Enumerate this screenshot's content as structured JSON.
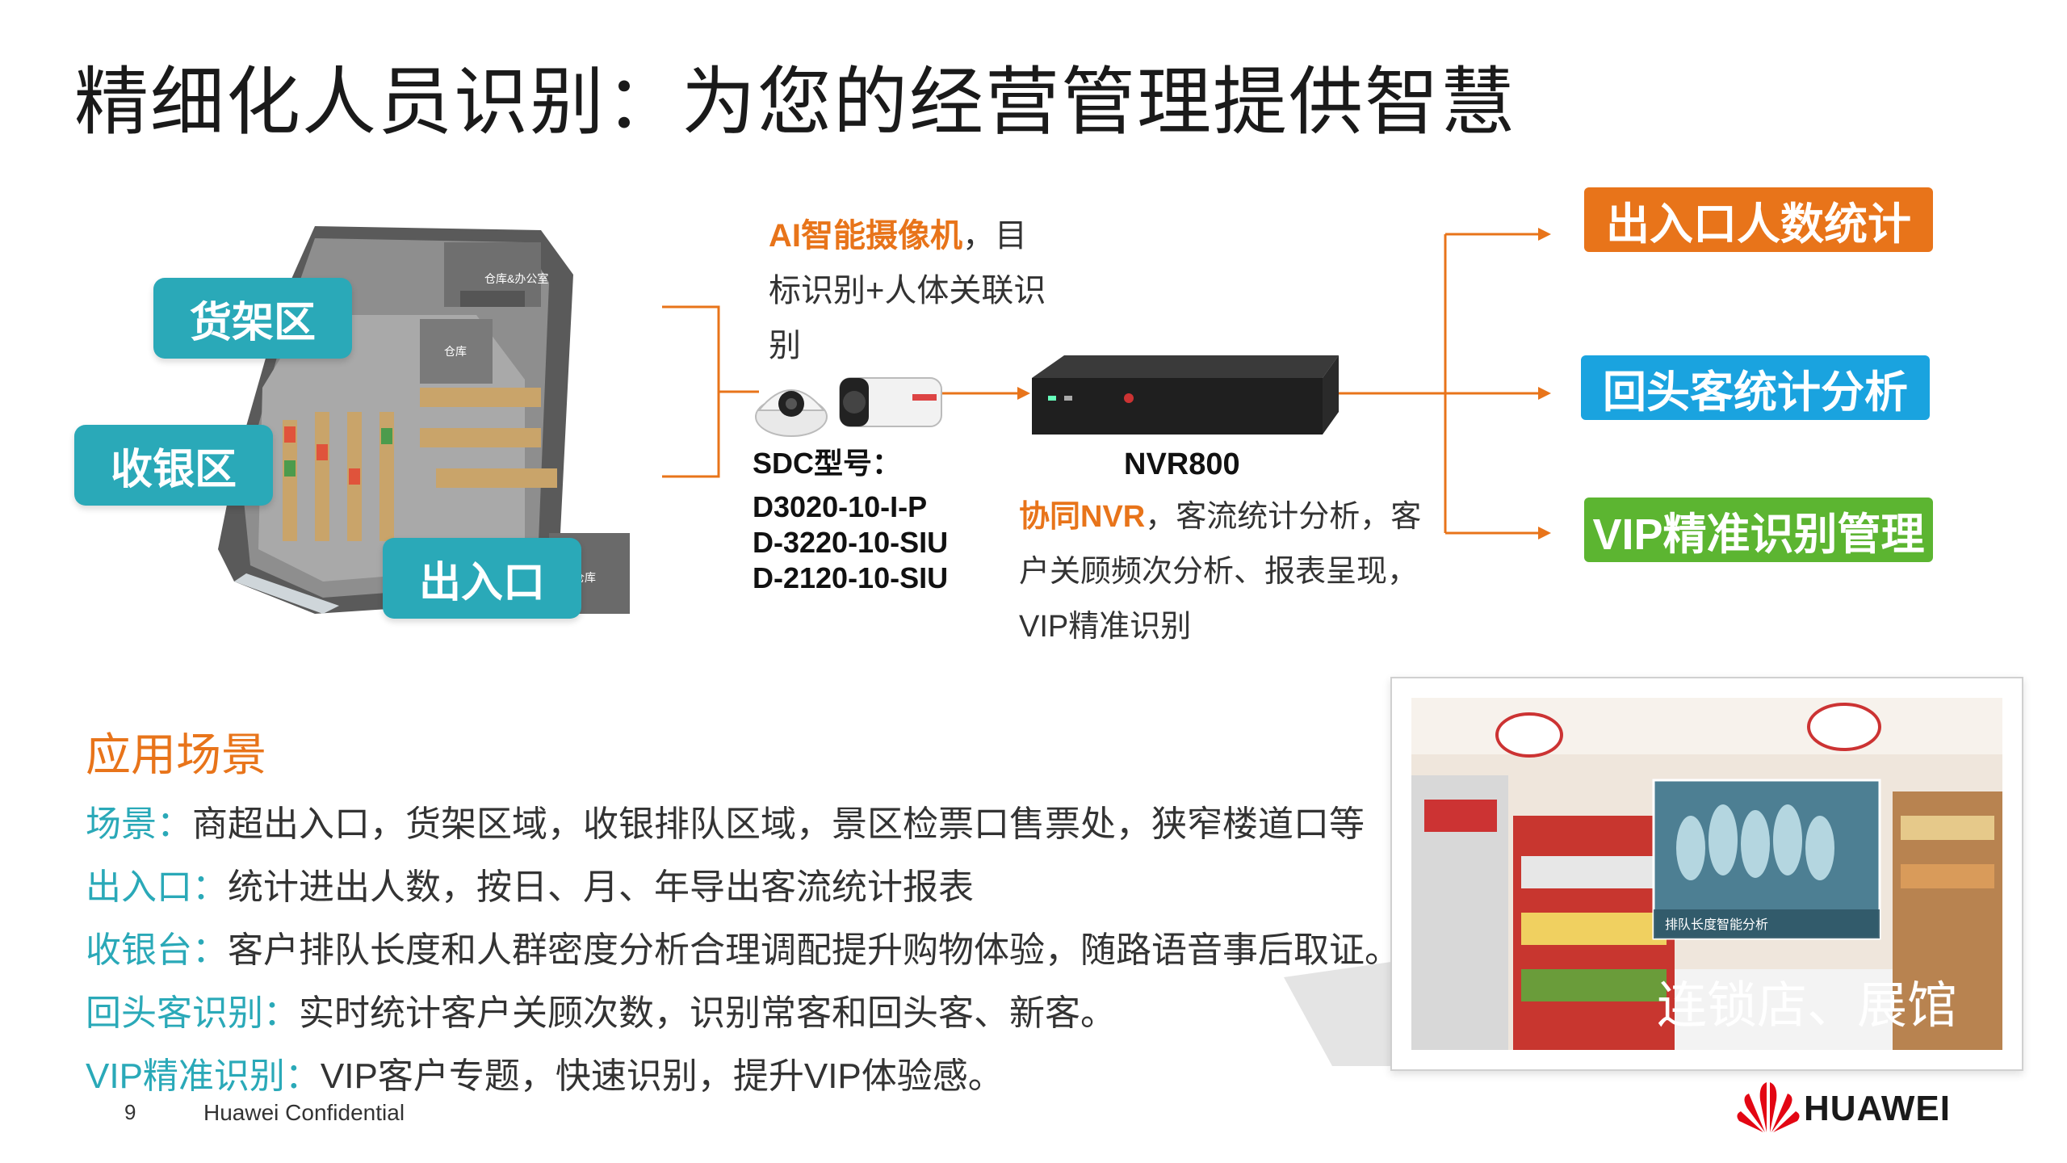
{
  "title": "精细化人员识别：为您的经营管理提供智慧",
  "store": {
    "labels": [
      "货架区",
      "收银区",
      "出入口"
    ],
    "room_labels": [
      "仓库&办公室",
      "仓库",
      "仓库"
    ]
  },
  "camera": {
    "highlight": "AI智能摄像机",
    "desc_line1": "，目",
    "desc_line2": "标识别+人体关联识",
    "desc_line3": "别",
    "sdc_title": "SDC型号：",
    "models": [
      "D3020-10-I-P",
      "D-3220-10-SIU",
      "D-2120-10-SIU"
    ]
  },
  "nvr": {
    "name": "NVR800",
    "highlight": "协同NVR",
    "line1_rest": "，客流统计分析，客",
    "line2": "户关顾频次分析、报表呈现，",
    "line3": "VIP精准识别"
  },
  "results": [
    {
      "label": "出入口人数统计",
      "color": "#e8741a"
    },
    {
      "label": "回头客统计分析",
      "color": "#1aa3df"
    },
    {
      "label": "VIP精准识别管理",
      "color": "#5cb531"
    }
  ],
  "scenarios": {
    "title": "应用场景",
    "items": [
      {
        "key": "场景：",
        "text": "商超出入口，货架区域，收银排队区域，景区检票口售票处，狭窄楼道口等"
      },
      {
        "key": "出入口：",
        "text": "统计进出人数，按日、月、年导出客流统计报表"
      },
      {
        "key": "收银台：",
        "text": "客户排队长度和人群密度分析合理调配提升购物体验，随路语音事后取证。"
      },
      {
        "key": "回头客识别：",
        "text": "实时统计客户关顾次数，识别常客和回头客、新客。"
      },
      {
        "key": "VIP精准识别：",
        "text": "VIP客户专题，快速识别，提升VIP体验感。"
      }
    ]
  },
  "photo": {
    "caption": "连锁店、展馆",
    "inset_caption": "排队长度智能分析"
  },
  "footer": {
    "page": "9",
    "confidential": "Huawei Confidential",
    "brand": "HUAWEI"
  }
}
